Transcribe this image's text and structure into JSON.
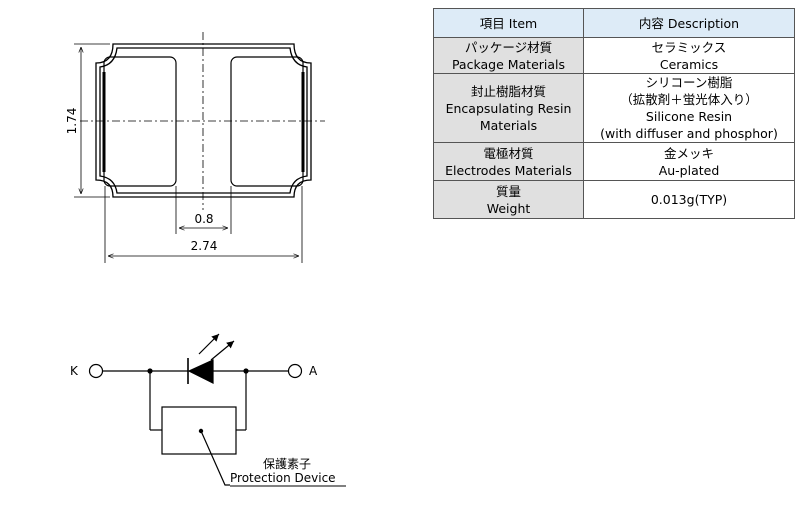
{
  "table": {
    "header": {
      "item": "項目 Item",
      "description": "内容 Description"
    },
    "rows": [
      {
        "item": [
          "パッケージ材質",
          "Package Materials"
        ],
        "description": [
          "セラミックス",
          "Ceramics"
        ]
      },
      {
        "item": [
          "封止樹脂材質",
          "Encapsulating Resin",
          "Materials"
        ],
        "description": [
          "シリコーン樹脂",
          "（拡散剤＋蛍光体入り）",
          "Silicone Resin",
          "(with diffuser and phosphor)"
        ]
      },
      {
        "item": [
          "電極材質",
          "Electrodes Materials"
        ],
        "description": [
          "金メッキ",
          "Au-plated"
        ]
      },
      {
        "item": [
          "質量",
          "Weight"
        ],
        "description": [
          "0.013g(TYP)"
        ]
      }
    ]
  },
  "drawing": {
    "dim_height": "1.74",
    "dim_gap": "0.8",
    "dim_width": "2.74"
  },
  "circuit": {
    "cathode_label": "K",
    "anode_label": "A",
    "protection_jp": "保護素子",
    "protection_en": "Protection Device"
  }
}
